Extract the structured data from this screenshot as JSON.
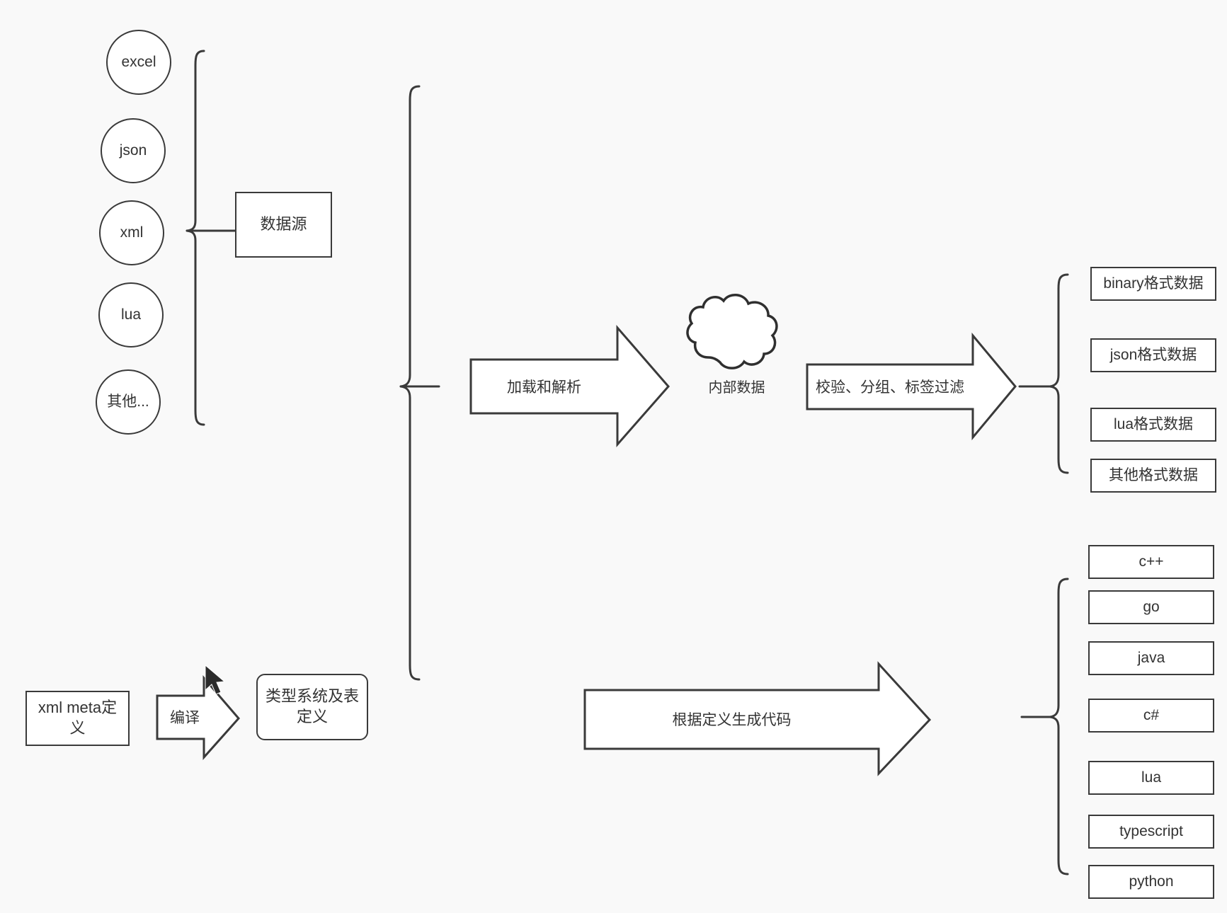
{
  "diagram": {
    "title": "data pipeline diagram",
    "background_color": "#f9f9f9",
    "stroke_color": "#3a3a3a",
    "fill_color": "#ffffff",
    "text_color": "#333333"
  },
  "sources": {
    "group_label": "数据源",
    "items": [
      {
        "label": "excel"
      },
      {
        "label": "json"
      },
      {
        "label": "xml"
      },
      {
        "label": "lua"
      },
      {
        "label": "其他..."
      }
    ]
  },
  "meta": {
    "input_label": "xml meta定义",
    "compile_arrow_label": "编译",
    "output_label": "类型系统及表定义"
  },
  "pipeline": {
    "load_arrow_label": "加载和解析",
    "cloud_label": "内部数据",
    "filter_arrow_label": "校验、分组、标签过滤",
    "codegen_arrow_label": "根据定义生成代码"
  },
  "outputs": {
    "data_formats": [
      {
        "label": "binary格式数据"
      },
      {
        "label": "json格式数据"
      },
      {
        "label": "lua格式数据"
      },
      {
        "label": "其他格式数据"
      }
    ],
    "languages": [
      {
        "label": "c++"
      },
      {
        "label": "go"
      },
      {
        "label": "java"
      },
      {
        "label": "c#"
      },
      {
        "label": "lua"
      },
      {
        "label": "typescript"
      },
      {
        "label": "python"
      }
    ]
  }
}
